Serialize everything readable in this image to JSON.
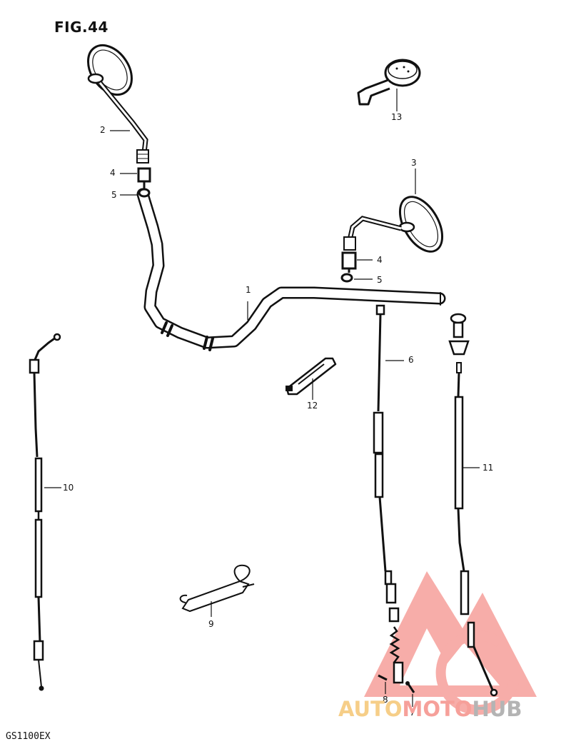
{
  "figure": {
    "title": "FIG.44",
    "model": "GS1100EX"
  },
  "callouts": [
    "1",
    "2",
    "3",
    "4",
    "4",
    "5",
    "5",
    "6",
    "7",
    "8",
    "9",
    "10",
    "11",
    "12",
    "13"
  ],
  "watermark": {
    "part1": "AUTO",
    "part2": "MOTO",
    "part3": "HUB",
    "colors": {
      "auto": "#f6ce88",
      "moto": "#f6a09a",
      "hub": "#b4b4b4",
      "logo": "#f26b63"
    }
  }
}
